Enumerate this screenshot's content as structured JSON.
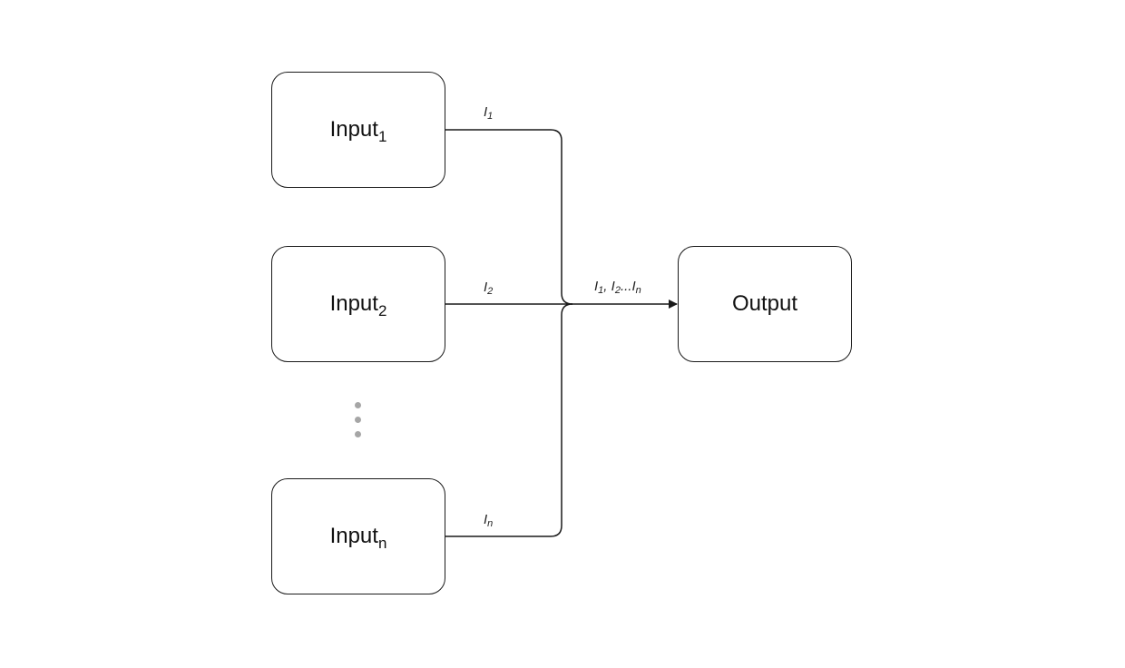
{
  "nodes": {
    "input_1": {
      "label": "Input",
      "sub": "1"
    },
    "input_2": {
      "label": "Input",
      "sub": "2"
    },
    "input_n": {
      "label": "Input",
      "sub": "n"
    },
    "output": {
      "label": "Output"
    }
  },
  "edges": {
    "e1": {
      "label": "I",
      "sub": "1"
    },
    "e2": {
      "label": "I",
      "sub": "2"
    },
    "en": {
      "label": "I",
      "sub": "n"
    },
    "merged": {
      "parts": [
        {
          "label": "I",
          "sub": "1"
        },
        {
          "sep": ", "
        },
        {
          "label": "I",
          "sub": "2"
        },
        {
          "sep": "..."
        },
        {
          "label": "I",
          "sub": "n"
        }
      ]
    }
  },
  "colors": {
    "stroke": "#1a1a1a",
    "ellipsis": "#a6a6a6",
    "background": "#ffffff"
  }
}
